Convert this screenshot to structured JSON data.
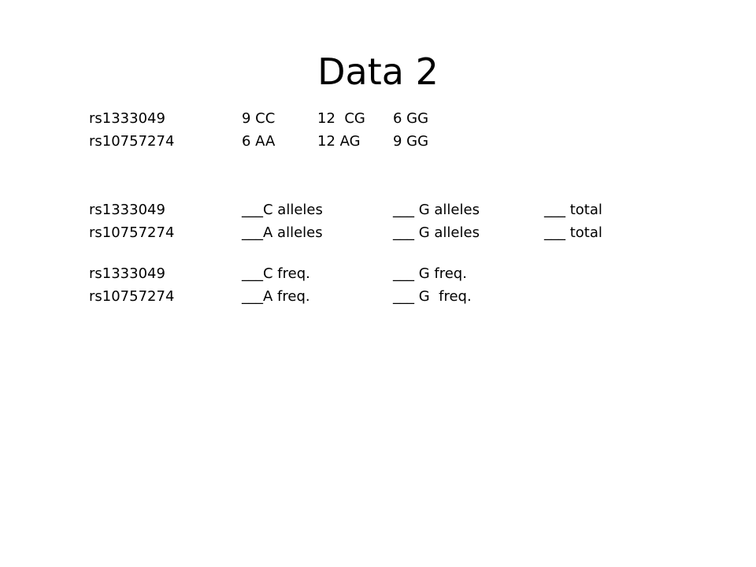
{
  "slide": {
    "title": "Data 2",
    "genotype_counts": [
      {
        "snp": "rs1333049",
        "hom1": "9 CC",
        "het": "12  CG",
        "hom2": "6 GG"
      },
      {
        "snp": "rs10757274",
        "hom1": "6 AA",
        "het": "12 AG",
        "hom2": "9 GG"
      }
    ],
    "allele_counts": [
      {
        "snp": "rs1333049",
        "allele1": "___C alleles",
        "allele2": "___ G alleles",
        "total": "___ total"
      },
      {
        "snp": "rs10757274",
        "allele1": "___A alleles",
        "allele2": "___ G alleles",
        "total": "___ total"
      }
    ],
    "allele_freqs": [
      {
        "snp": "rs1333049",
        "freq1": "___C freq.",
        "freq2": "___ G freq."
      },
      {
        "snp": "rs10757274",
        "freq1": "___A freq.",
        "freq2": "___ G  freq."
      }
    ]
  }
}
